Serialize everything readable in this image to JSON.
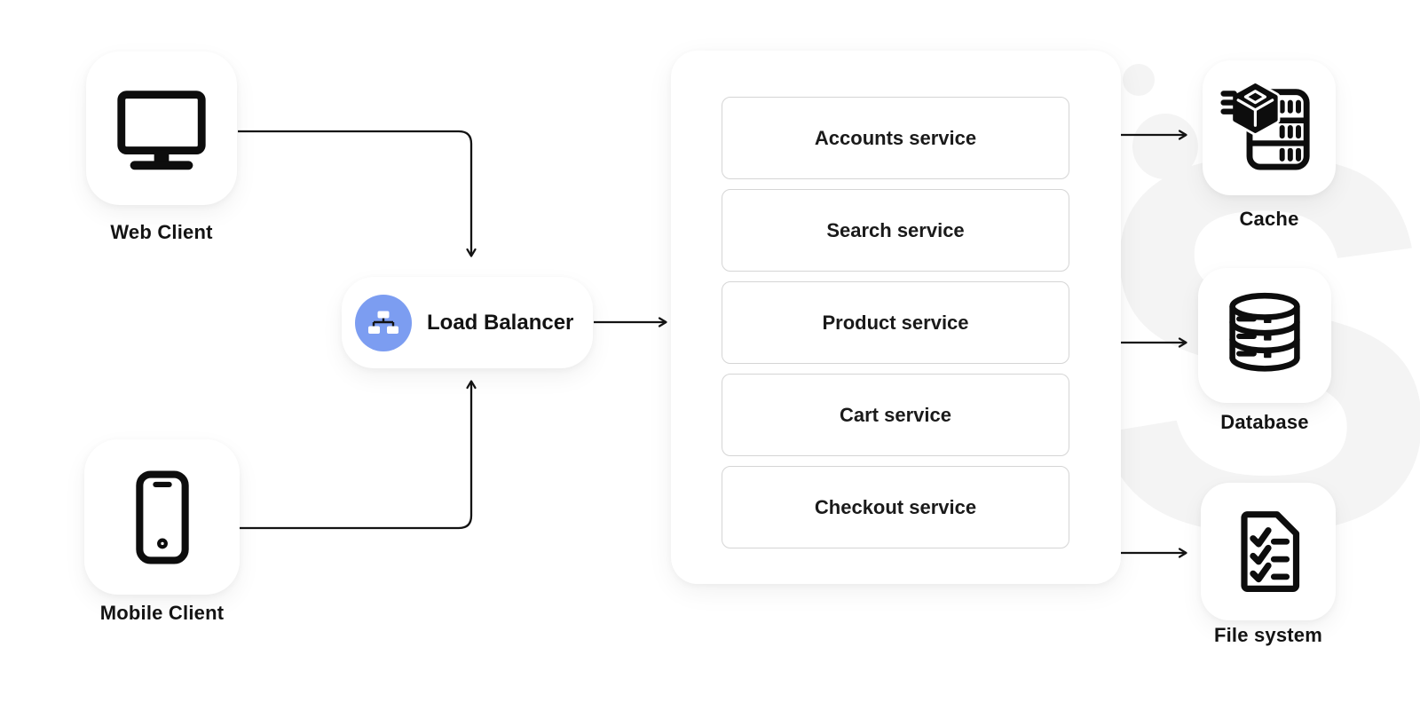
{
  "colors": {
    "accent_blue": "#7C9DF1",
    "connector": "#131313",
    "icon": "#0D0D0D",
    "text": "#131313",
    "card_border": "#D5D5D5",
    "watermark": "#F4F4F4"
  },
  "nodes": {
    "web_client": {
      "label": "Web Client",
      "icon": "desktop-monitor-icon"
    },
    "mobile_client": {
      "label": "Mobile Client",
      "icon": "smartphone-icon"
    },
    "load_balancer": {
      "label": "Load Balancer",
      "icon": "network-hierarchy-icon"
    },
    "cache": {
      "label": "Cache",
      "icon": "cache-server-icon"
    },
    "database": {
      "label": "Database",
      "icon": "database-cylinder-icon"
    },
    "file_system": {
      "label": "File system",
      "icon": "file-checklist-icon"
    }
  },
  "services": {
    "items": [
      "Accounts service",
      "Search service",
      "Product service",
      "Cart service",
      "Checkout service"
    ]
  },
  "connections": [
    {
      "from": "web_client",
      "to": "load_balancer"
    },
    {
      "from": "mobile_client",
      "to": "load_balancer"
    },
    {
      "from": "load_balancer",
      "to": "services_panel"
    },
    {
      "from": "services_panel",
      "to": "cache"
    },
    {
      "from": "services_panel",
      "to": "database"
    },
    {
      "from": "services_panel",
      "to": "file_system"
    }
  ],
  "watermark": {
    "glyph": "S"
  }
}
